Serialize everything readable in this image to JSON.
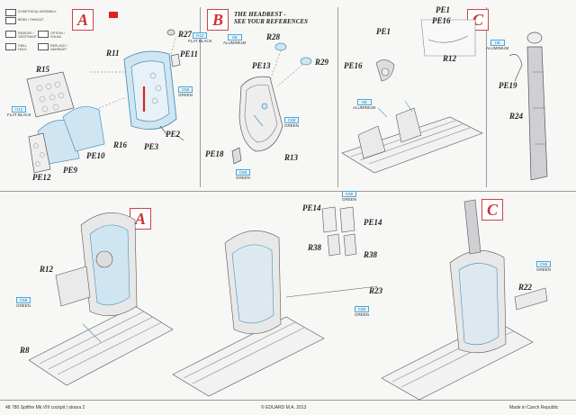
{
  "panels": {
    "top_a": "A",
    "top_b": "B",
    "top_c": "C",
    "bottom_a": "A",
    "bottom_c": "C"
  },
  "headline": [
    "THE HEADREST -",
    "SEE YOUR REFERENCES"
  ],
  "legend": [
    {
      "icon": "symmetrical-assembly-icon",
      "label": "SYMETRICAL ASSEMBLY"
    },
    {
      "icon": "fold-icon",
      "label": "BEND / OHNOUT"
    },
    {
      "icon": "remove-icon",
      "label": "REMOVE / ODSTRANIT"
    },
    {
      "icon": "option-icon",
      "label": "OPTION / VOLBA"
    },
    {
      "icon": "drill-hole-icon",
      "label": "DRILL HOLE"
    },
    {
      "icon": "replace-icon",
      "label": "REPLACE / NAHRADIT"
    }
  ],
  "parts": {
    "top_a": [
      "R27",
      "R11",
      "PE11",
      "R15",
      "R16",
      "PE10",
      "PE3",
      "PE2",
      "PE9",
      "PE12"
    ],
    "top_b": [
      "R28",
      "R29",
      "PE13",
      "PE18",
      "R13"
    ],
    "top_mid": [
      "PE1",
      "PE16",
      "PE1",
      "PE16",
      "R12"
    ],
    "top_c": [
      "PE19",
      "R24"
    ],
    "bottom_a": [
      "R12",
      "R8"
    ],
    "bottom_mid": [
      "PE14",
      "PE14",
      "R38",
      "R38",
      "R23"
    ],
    "bottom_c": [
      "R22"
    ]
  },
  "paints": {
    "black": {
      "code": "H12",
      "name": "FLAT BLACK"
    },
    "green": {
      "code": "C58",
      "name": "GREEN"
    },
    "aluminium": {
      "code": "H8",
      "name": "ALUMINIUM"
    }
  },
  "footer": {
    "left": "48 780 Spitfire Mk.VIII cockpit | strana 2",
    "center": "© EDUARD M.A. 2013",
    "right": "Made in Czech Republic"
  },
  "colors": {
    "accent_red": "#c33333",
    "paint_blue": "#4aa8d8",
    "instrument_fill": "#cfe6f2"
  }
}
